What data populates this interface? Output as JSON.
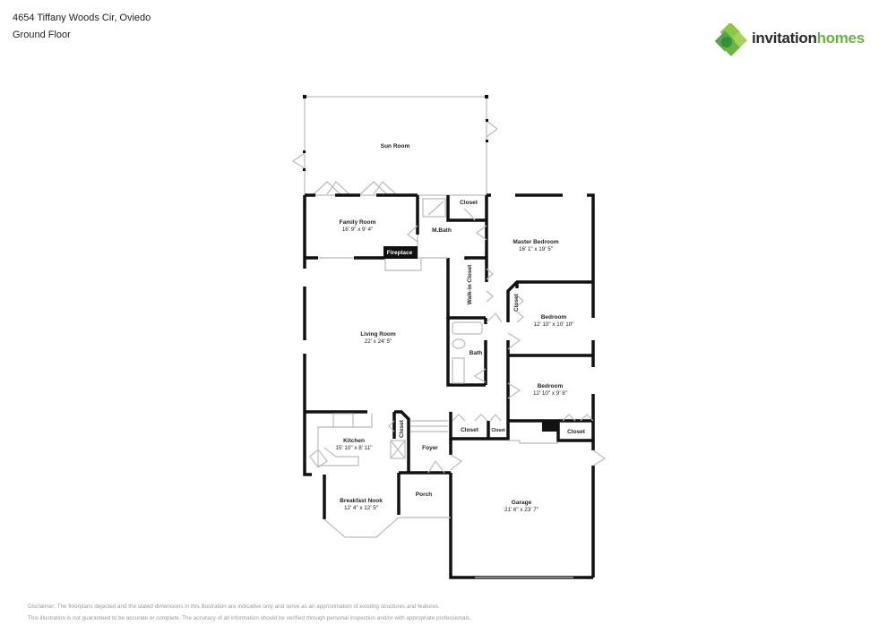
{
  "header": {
    "address": "4654 Tiffany Woods Cir, Oviedo",
    "floor": "Ground Floor"
  },
  "logo": {
    "icon": "invitation-homes-leaf-logo-icon",
    "text_dark": "invitation",
    "text_green": "homes",
    "colors": {
      "dark": "#2b2b2b",
      "green": "#6cb33f"
    }
  },
  "rooms": {
    "sun_room": {
      "label": "Sun Room"
    },
    "family_room": {
      "label": "Family Room",
      "dim": "16' 9\" x 9' 4\""
    },
    "master_bath": {
      "label": "M.Bath"
    },
    "closet_master": {
      "label": "Closet"
    },
    "fireplace": {
      "label": "Fireplace"
    },
    "master_bedroom": {
      "label": "Master Bedroom",
      "dim": "16' 1\" x 19' 5\""
    },
    "walk_in_closet": {
      "label": "Walk-in Closet"
    },
    "closet_bed1": {
      "label": "Closet"
    },
    "bedroom1": {
      "label": "Bedroom",
      "dim": "12' 10\" x 10' 10\""
    },
    "living_room": {
      "label": "Living Room",
      "dim": "22' x 24' 5\""
    },
    "bath": {
      "label": "Bath"
    },
    "bedroom2": {
      "label": "Bedroom",
      "dim": "12' 10\" x 9' 8\""
    },
    "kitchen": {
      "label": "Kitchen",
      "dim": "15' 10\" x 8' 11\""
    },
    "closet_kitchen": {
      "label": "Closet"
    },
    "foyer": {
      "label": "Foyer"
    },
    "closet_hall1": {
      "label": "Closet"
    },
    "closet_hall2": {
      "label": "Closet"
    },
    "closet_garage": {
      "label": "Closet"
    },
    "breakfast_nook": {
      "label": "Breakfast Nook",
      "dim": "12' 4\" x 12' 5\""
    },
    "porch": {
      "label": "Porch"
    },
    "garage": {
      "label": "Garage",
      "dim": "21' 6\" x 23' 7\""
    }
  },
  "disclaimer": {
    "line1": "Disclaimer: The floorplans depicted and the stated dimensions in this illustration are indicative only and serve as an approximation of existing structures and features.",
    "line2": "This illustration is not guaranteed to be accurate or complete. The accuracy of all information should be verified through personal inspection and/or with appropriate professionals."
  }
}
